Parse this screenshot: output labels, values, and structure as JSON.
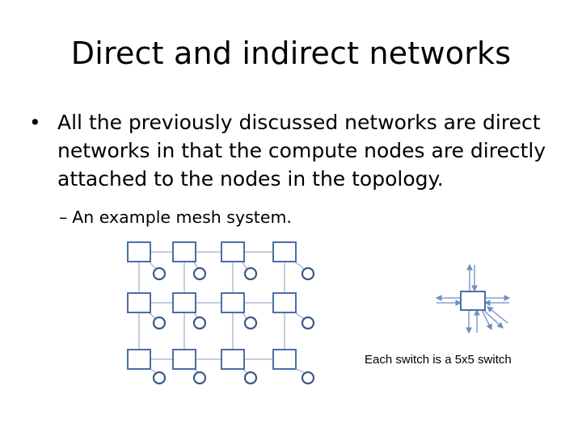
{
  "slide": {
    "title": "Direct and indirect networks",
    "bullet_marker": "•",
    "bullet_text": "All the previously discussed networks are direct networks in that the compute nodes are directly attached to the nodes in the topology.",
    "sub_marker": "–",
    "sub_text": "An example mesh system.",
    "caption": "Each switch is a 5x5 switch",
    "colors": {
      "switch_stroke": "#4a6fa5",
      "node_stroke": "#3b5a85",
      "link_stroke": "#9ab0cc",
      "arrow_stroke": "#6b8fc4"
    }
  }
}
